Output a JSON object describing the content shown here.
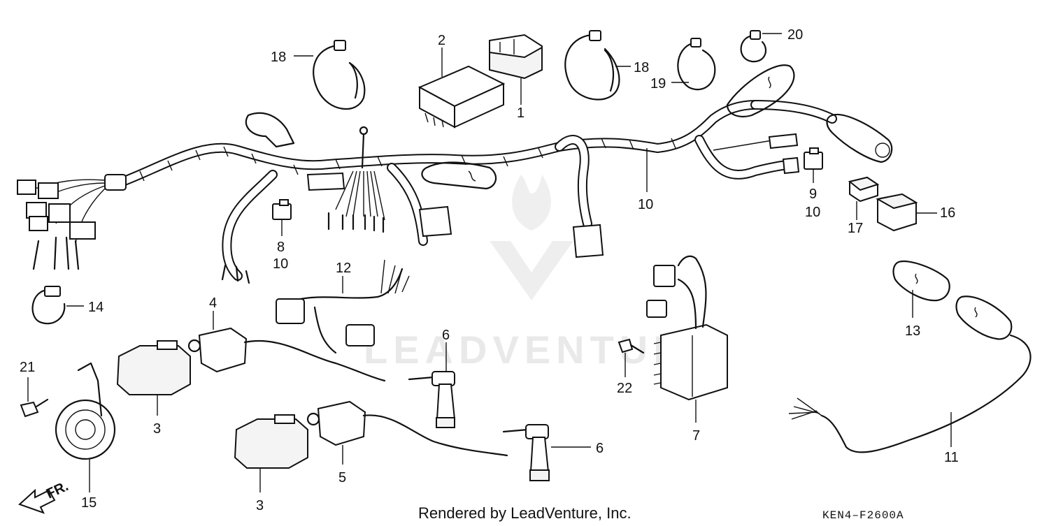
{
  "diagram": {
    "callouts": [
      {
        "id": "c1",
        "text": "1"
      },
      {
        "id": "c2",
        "text": "2"
      },
      {
        "id": "c3a",
        "text": "3"
      },
      {
        "id": "c3b",
        "text": "3"
      },
      {
        "id": "c4",
        "text": "4"
      },
      {
        "id": "c5",
        "text": "5"
      },
      {
        "id": "c6a",
        "text": "6"
      },
      {
        "id": "c6b",
        "text": "6"
      },
      {
        "id": "c7",
        "text": "7"
      },
      {
        "id": "c8",
        "text": "8"
      },
      {
        "id": "c8b",
        "text": "10"
      },
      {
        "id": "c9",
        "text": "9"
      },
      {
        "id": "c9b",
        "text": "10"
      },
      {
        "id": "c10",
        "text": "10"
      },
      {
        "id": "c11",
        "text": "11"
      },
      {
        "id": "c12",
        "text": "12"
      },
      {
        "id": "c13",
        "text": "13"
      },
      {
        "id": "c14",
        "text": "14"
      },
      {
        "id": "c15",
        "text": "15"
      },
      {
        "id": "c16",
        "text": "16"
      },
      {
        "id": "c17",
        "text": "17"
      },
      {
        "id": "c18a",
        "text": "18"
      },
      {
        "id": "c18b",
        "text": "18"
      },
      {
        "id": "c19",
        "text": "19"
      },
      {
        "id": "c20",
        "text": "20"
      },
      {
        "id": "c21",
        "text": "21"
      },
      {
        "id": "c22",
        "text": "22"
      }
    ],
    "front_marker": "FR.",
    "watermark": "LEADVENTURE",
    "footer_text": "Rendered by LeadVenture, Inc.",
    "diagram_code": "KEN4–F2600A"
  }
}
